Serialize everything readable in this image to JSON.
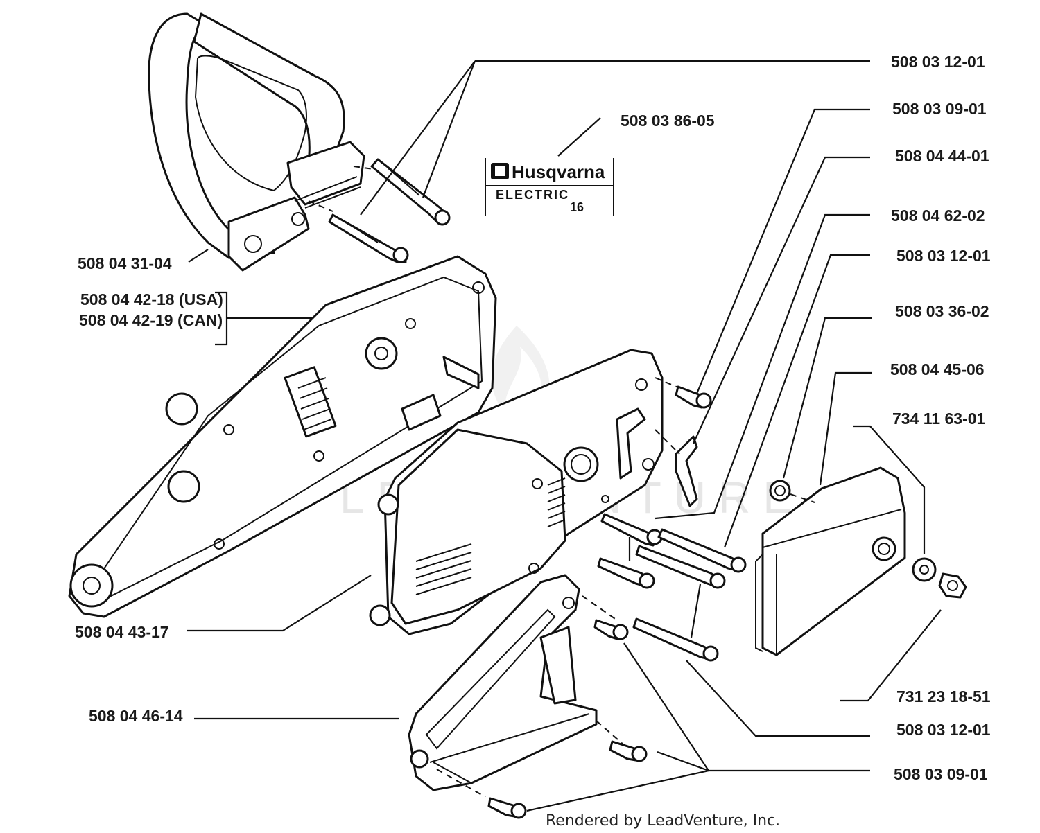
{
  "labels": {
    "p1": "508 03 12-01",
    "p2": "508 03 86-05",
    "p3": "508 03 09-01",
    "p4": "508 04 44-01",
    "p5": "508 04 62-02",
    "p6": "508 03 12-01",
    "p7": "508 03 36-02",
    "p8": "508 04 45-06",
    "p9": "734 11 63-01",
    "p10": "508 04 31-04",
    "p11": "508 04 42-18 (USA)",
    "p12": "508 04 42-19 (CAN)",
    "p13": "508 04 43-17",
    "p14": "508 04 46-14",
    "p15": "731 23 18-51",
    "p16": "508 03 12-01",
    "p17": "508 03 09-01"
  },
  "decal": {
    "brand": "Husqvarna",
    "model": "ELECTRIC",
    "number": "16"
  },
  "watermark": "LEADVENTURE",
  "credit": "Rendered by LeadVenture, Inc."
}
